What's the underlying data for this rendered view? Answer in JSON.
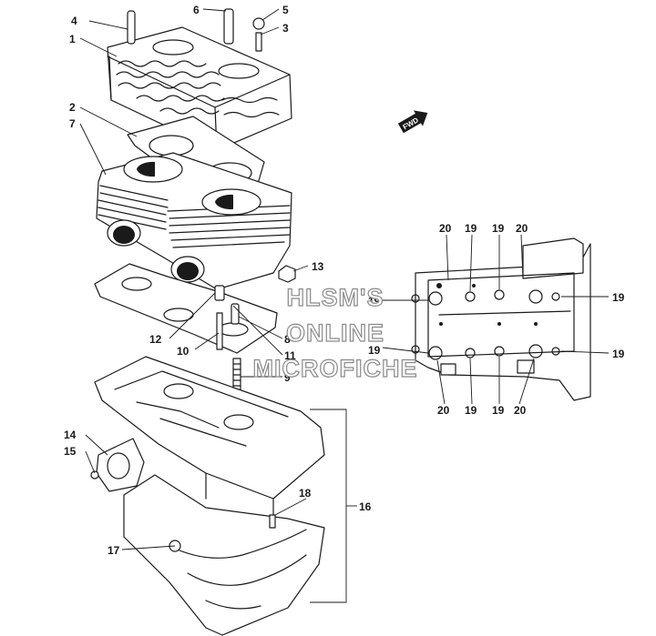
{
  "callouts": {
    "c1": "1",
    "c2": "2",
    "c3": "3",
    "c4": "4",
    "c5": "5",
    "c6": "6",
    "c7": "7",
    "c8": "8",
    "c9": "9",
    "c10": "10",
    "c11": "11",
    "c12": "12",
    "c13": "13",
    "c14": "14",
    "c15": "15",
    "c16": "16",
    "c17": "17",
    "c18": "18"
  },
  "inset_callouts": {
    "t20a": "20",
    "t19a": "19",
    "t19b": "19",
    "t20b": "20",
    "r19a": "19",
    "r19b": "19",
    "l19a": "19",
    "l19b": "19",
    "b20a": "20",
    "b19a": "19",
    "b19b": "19",
    "b20b": "20"
  },
  "fwd_arrow": "FWD",
  "watermark": {
    "line1": "HLSM'S",
    "line2": "ONLINE",
    "line3": "MICROFICHE"
  }
}
